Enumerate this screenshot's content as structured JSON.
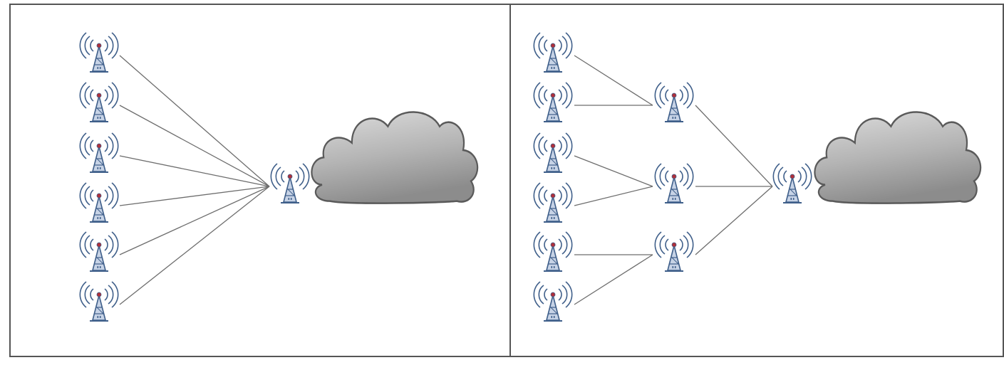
{
  "diagram": {
    "panels": [
      {
        "id": "left",
        "description_icons": {
          "leaf_towers": 6,
          "hub_tower": 1,
          "cloud": 1
        }
      },
      {
        "id": "right",
        "description_icons": {
          "leaf_towers": 6,
          "relay_towers": 3,
          "hub_tower": 1,
          "cloud": 1
        }
      }
    ],
    "colors": {
      "frame": "#555555",
      "line": "#6d6d6d",
      "tower": "#3f5f8a",
      "tower_fill": "#c7d3e6",
      "tower_tip": "#b0303a",
      "cloud_light": "#d6d6d6",
      "cloud_dark": "#8a8a8a",
      "cloud_stroke": "#5a5a5a"
    },
    "icons": {
      "tower": "radio-tower-icon",
      "cloud": "cloud-icon"
    }
  }
}
